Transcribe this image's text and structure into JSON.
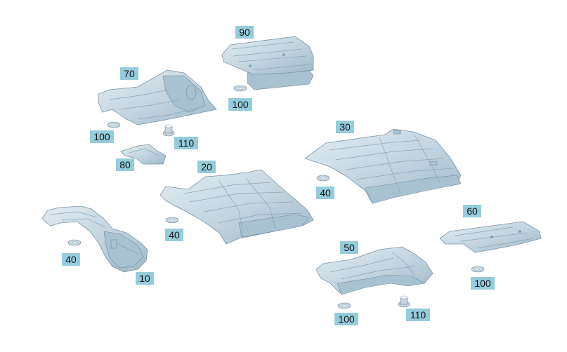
{
  "diagram": {
    "parts": [
      {
        "id": "p10",
        "label": "10",
        "name": "front-left-shield"
      },
      {
        "id": "p20",
        "label": "20",
        "name": "center-floor-shield"
      },
      {
        "id": "p30",
        "label": "30",
        "name": "rear-floor-shield"
      },
      {
        "id": "p40a",
        "label": "40",
        "name": "washer-front-left"
      },
      {
        "id": "p40b",
        "label": "40",
        "name": "washer-center"
      },
      {
        "id": "p40c",
        "label": "40",
        "name": "washer-rear"
      },
      {
        "id": "p50",
        "label": "50",
        "name": "exhaust-tunnel-shield"
      },
      {
        "id": "p60",
        "label": "60",
        "name": "small-rear-plate"
      },
      {
        "id": "p70",
        "label": "70",
        "name": "front-tunnel-shield"
      },
      {
        "id": "p80",
        "label": "80",
        "name": "small-bracket-shield"
      },
      {
        "id": "p90",
        "label": "90",
        "name": "upper-box-shield"
      },
      {
        "id": "p100a",
        "label": "100",
        "name": "washer-upper"
      },
      {
        "id": "p100b",
        "label": "100",
        "name": "washer-front"
      },
      {
        "id": "p100c",
        "label": "100",
        "name": "washer-rear-right"
      },
      {
        "id": "p100d",
        "label": "100",
        "name": "washer-bottom"
      },
      {
        "id": "p110a",
        "label": "110",
        "name": "nut-front"
      },
      {
        "id": "p110b",
        "label": "110",
        "name": "nut-bottom"
      }
    ]
  }
}
